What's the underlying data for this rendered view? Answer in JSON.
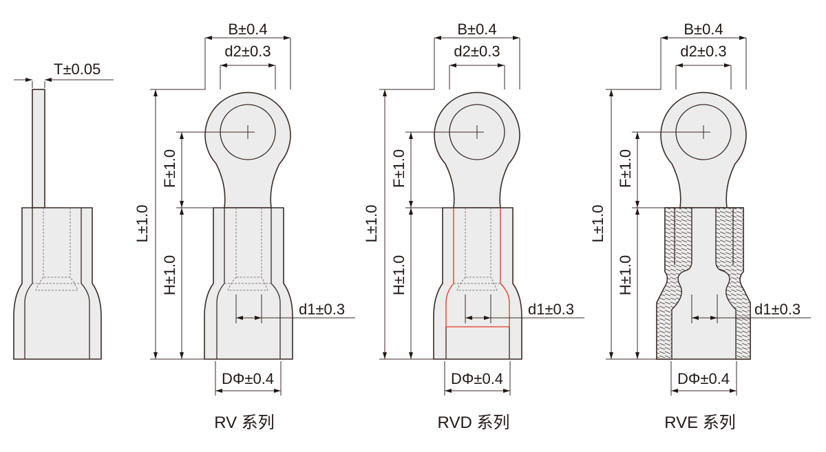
{
  "colors": {
    "fill": "#ececec",
    "stroke": "#3a2a25",
    "highlight": "#e8321e"
  },
  "side_view": {
    "thickness": "T±0.05"
  },
  "dimensions": {
    "B": "B±0.4",
    "d2": "d2±0.3",
    "F": "F±1.0",
    "L": "L±1.0",
    "H": "H±1.0",
    "d1": "d1±0.3",
    "D": "DΦ±0.4"
  },
  "series": [
    {
      "id": "rv",
      "caption": "RV 系列"
    },
    {
      "id": "rvd",
      "caption": "RVD 系列"
    },
    {
      "id": "rve",
      "caption": "RVE 系列"
    }
  ]
}
